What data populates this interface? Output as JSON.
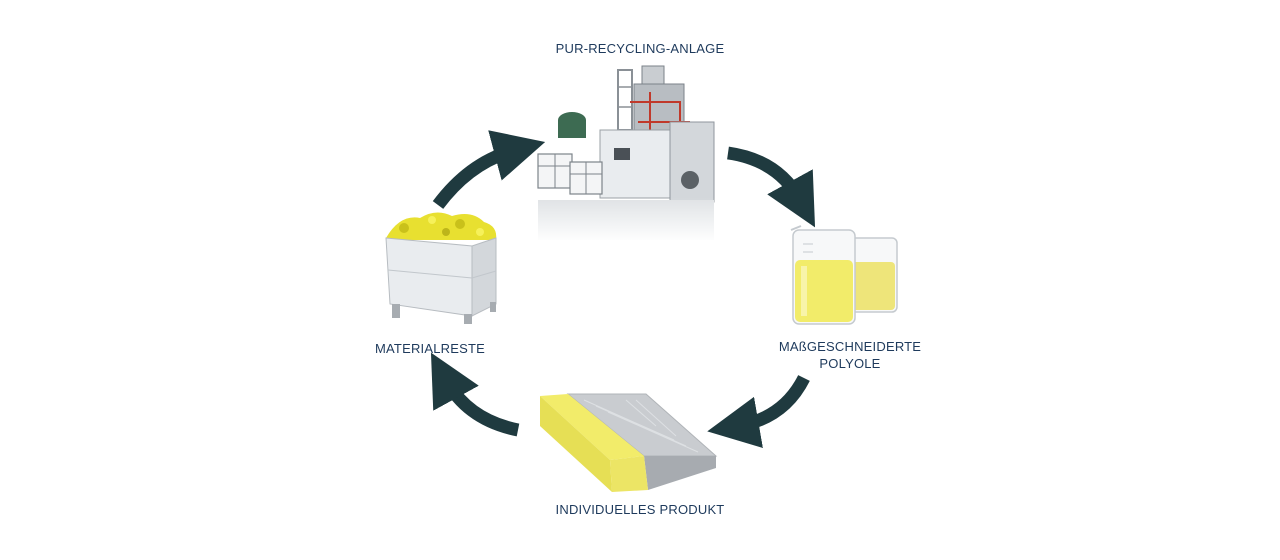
{
  "cycle": {
    "steps": {
      "plant": {
        "label": "PUR-RECYCLING-ANLAGE"
      },
      "polyols": {
        "label_line1": "MAßGESCHNEIDERTE",
        "label_line2": "POLYOLE"
      },
      "product": {
        "label": "INDIVIDUELLES PRODUKT"
      },
      "scraps": {
        "label": "MATERIALRESTE"
      }
    },
    "colors": {
      "arrow": "#1f3a3f",
      "label": "#1e3a5c",
      "foam_yellow": "#f2ec6a"
    }
  }
}
